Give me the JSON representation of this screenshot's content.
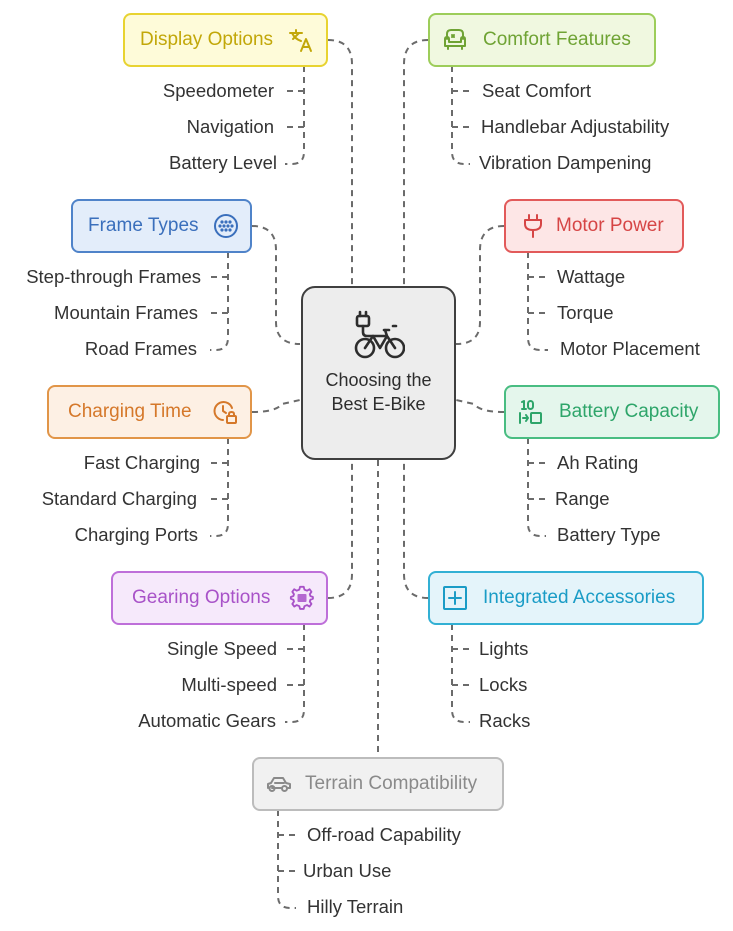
{
  "center": {
    "title": "Choosing the Best E-Bike",
    "icon": "electric-bike-icon"
  },
  "branches": {
    "display_options": {
      "label": "Display Options",
      "icon": "translate-icon",
      "color": "#e8d331",
      "items": [
        "Speedometer",
        "Navigation",
        "Battery Level"
      ]
    },
    "comfort_features": {
      "label": "Comfort Features",
      "icon": "armchair-icon",
      "color": "#9dcd5a",
      "items": [
        "Seat Comfort",
        "Handlebar Adjustability",
        "Vibration Dampening"
      ]
    },
    "frame_types": {
      "label": "Frame Types",
      "icon": "grid-circle-icon",
      "color": "#4f83c9",
      "items": [
        "Step-through Frames",
        "Mountain Frames",
        "Road Frames"
      ]
    },
    "motor_power": {
      "label": "Motor Power",
      "icon": "plug-icon",
      "color": "#e25a5a",
      "items": [
        "Wattage",
        "Torque",
        "Motor Placement"
      ]
    },
    "charging_time": {
      "label": "Charging Time",
      "icon": "clock-lock-icon",
      "color": "#e19548",
      "items": [
        "Fast Charging",
        "Standard Charging",
        "Charging Ports"
      ]
    },
    "battery_capacity": {
      "label": "Battery Capacity",
      "icon": "battery-number-icon",
      "color": "#49bd82",
      "items": [
        "Ah Rating",
        "Range",
        "Battery Type"
      ]
    },
    "gearing_options": {
      "label": "Gearing Options",
      "icon": "gear-icon",
      "color": "#be6fd9",
      "items": [
        "Single Speed",
        "Multi-speed",
        "Automatic Gears"
      ]
    },
    "integrated_accessories": {
      "label": "Integrated Accessories",
      "icon": "plus-square-icon",
      "color": "#32b0d4",
      "items": [
        "Lights",
        "Locks",
        "Racks"
      ]
    },
    "terrain_compatibility": {
      "label": "Terrain Compatibility",
      "icon": "car-icon",
      "color": "#bcbcbc",
      "items": [
        "Off-road Capability",
        "Urban Use",
        "Hilly Terrain"
      ]
    }
  }
}
